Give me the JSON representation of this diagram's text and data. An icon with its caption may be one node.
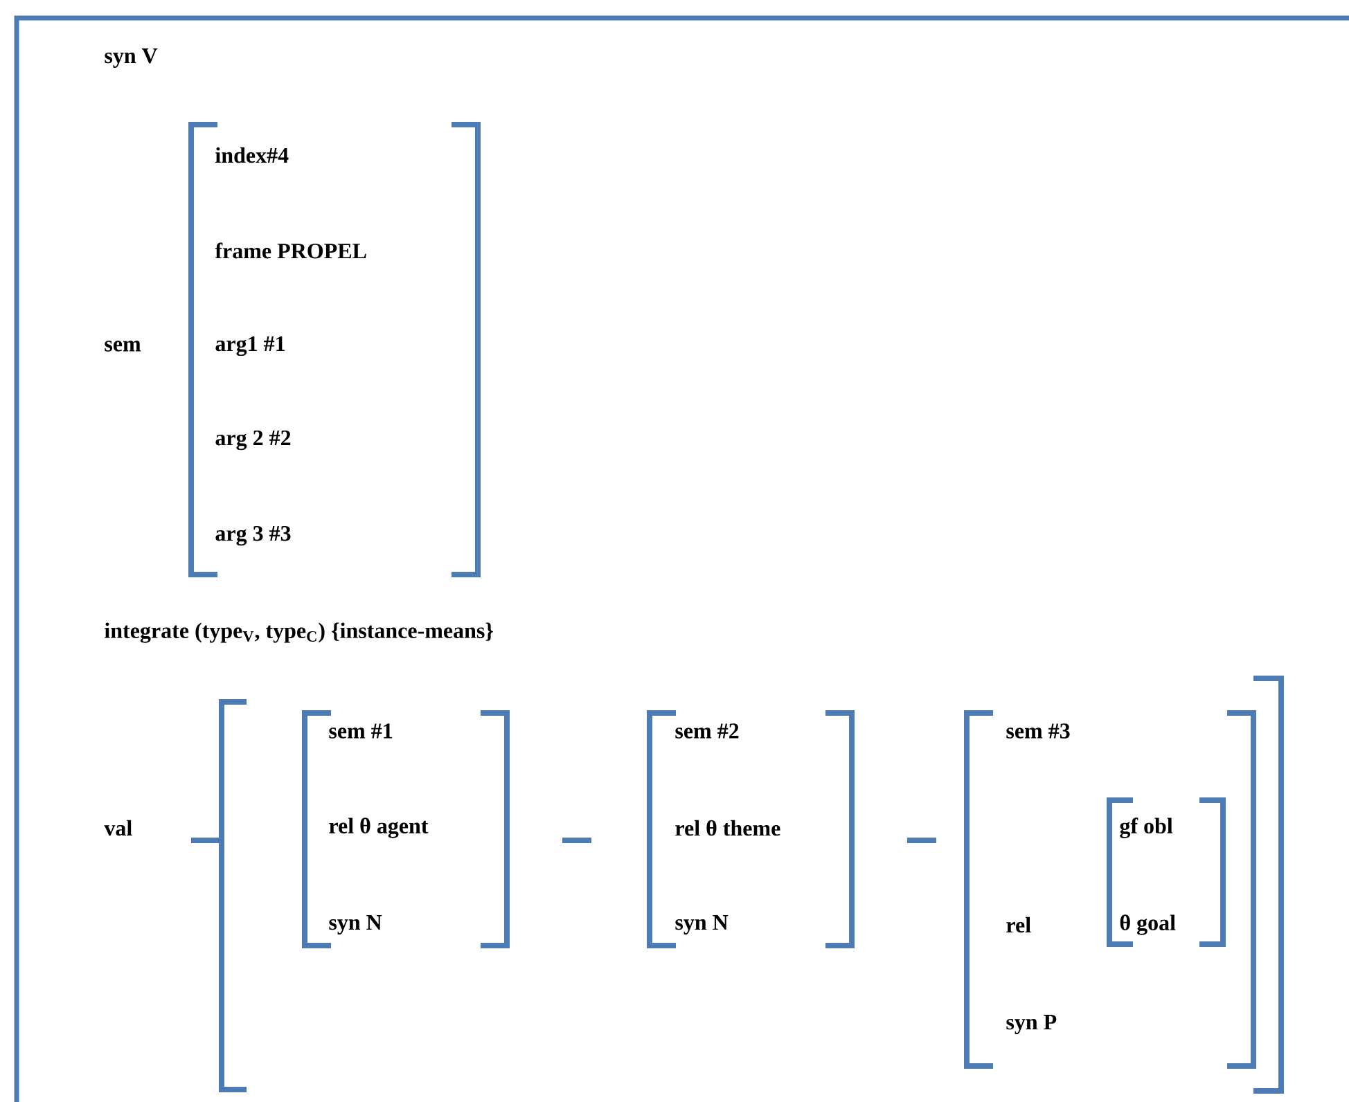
{
  "diagram": {
    "labels": [
      "syn V",
      "index#4",
      "frame PROPEL",
      "sem",
      "arg1 #1",
      "arg 2 #2",
      "arg 3 #3",
      "integrate (type$_{V}$, type$_{C}$) {instance-means}",
      "sem #1",
      "sem #2",
      "sem #3",
      "val",
      "rel θ agent",
      "rel θ theme",
      "gf obl",
      "syn N",
      "syn N",
      "rel",
      "θ goal",
      "syn P"
    ]
  }
}
